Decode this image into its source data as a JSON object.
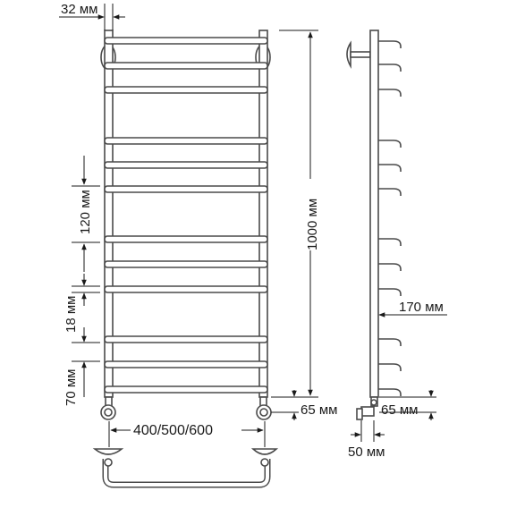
{
  "dimensions": {
    "top_offset": "32 мм",
    "height": "1000 мм",
    "rung_gap_large": "120 мм",
    "rung_thickness": "18 мм",
    "rung_gap_small": "70 мм",
    "bottom_offset_front": "65 мм",
    "bottom_offset_side": "65 мм",
    "depth": "170 мм",
    "width": "400/500/600",
    "connector_depth": "50 мм"
  }
}
